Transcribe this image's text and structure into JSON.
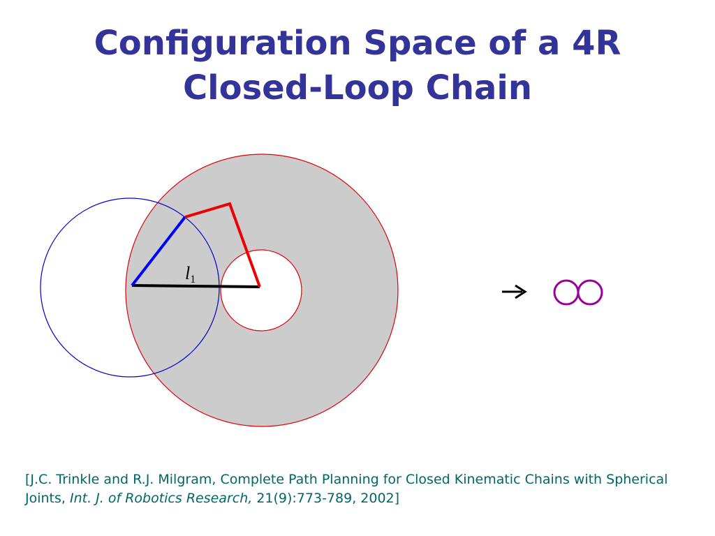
{
  "slide": {
    "title_line1": "Configuration Space of a 4R",
    "title_line2": "Closed-Loop Chain"
  },
  "diagram": {
    "link_label": "l",
    "link_label_subscript": "1",
    "arrow_icon": "right-arrow-icon",
    "result_icon": "figure-eight-icon",
    "colors": {
      "title": "#333399",
      "annulus_fill": "#cccccc",
      "annulus_stroke": "#e0000a",
      "blue_circle": "#0000cc",
      "blue_link": "#0000ff",
      "red_links": "#ee0000",
      "ground_link": "#000000",
      "figure_eight": "#990099",
      "citation": "#006666"
    }
  },
  "citation": {
    "part1": "[J.C. Trinkle and R.J. Milgram, Complete Path Planning for Closed Kinematic Chains with Spherical Joints, ",
    "journal": "Int. J. of Robotics Research,",
    "part2": " 21(9):773-789, 2002]"
  }
}
